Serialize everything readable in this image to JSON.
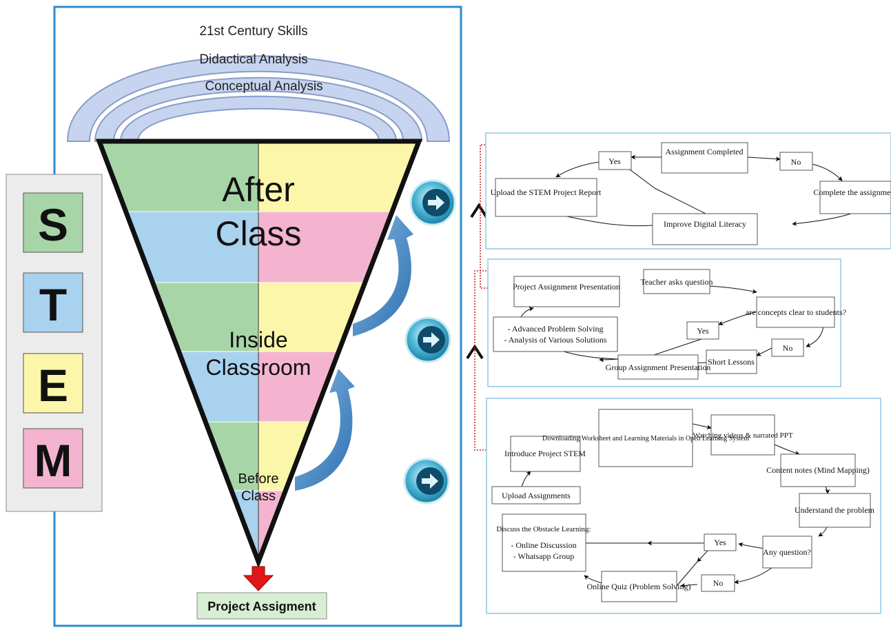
{
  "funnel": {
    "layers_top": [
      "21st Century Skills",
      "Didactical Analysis",
      "Conceptual Analysis"
    ],
    "sections": [
      {
        "line1": "After",
        "line2": "Class"
      },
      {
        "line1": "Inside",
        "line2": "Classroom"
      },
      {
        "line1": "Before",
        "line2": "Class"
      }
    ],
    "output_label": "Project Assigment"
  },
  "stem": {
    "letters": [
      {
        "letter": "S",
        "color": "#a8d5a8"
      },
      {
        "letter": "T",
        "color": "#a9d2ee"
      },
      {
        "letter": "E",
        "color": "#fbf6a9"
      },
      {
        "letter": "M",
        "color": "#f4b4cf"
      }
    ]
  },
  "after_class_flow": {
    "assignment_completed": "Assignment Completed",
    "yes": "Yes",
    "no": "No",
    "upload_report": "Upload the STEM Project Report",
    "complete_assignment": "Complete the assignment",
    "improve_literacy": "Improve Digital Literacy"
  },
  "inside_class_flow": {
    "project_presentation": "Project Assignment Presentation",
    "teacher_asks": "Teacher asks question",
    "concepts_clear": "are concepts clear to students?",
    "advanced_problem_solving": "- Advanced Problem Solving",
    "analysis_solutions": "- Analysis of Various Solutions",
    "yes": "Yes",
    "no": "No",
    "group_presentation": "Group Assignment Presentation",
    "short_lessons": "Short Lessons"
  },
  "before_class_flow": {
    "downloading": "Downloading Worksheet and Learning Materials in Open Learning System",
    "watching": "Watching videos & narrated PPT",
    "introduce_project": "Introduce Project STEM",
    "content_notes": "Content notes (Mind Mapping)",
    "upload_assignments": "Upload Assignments",
    "understand_problem": "Understand the problem",
    "discuss_title": "Discuss the Obstacle Learning:",
    "online_discussion": "- Online Discussion",
    "whatsapp_group": "- Whatsapp Group",
    "yes": "Yes",
    "any_question": "Any question?",
    "no": "No",
    "online_quiz": "Online Quiz (Problem Solving)"
  }
}
